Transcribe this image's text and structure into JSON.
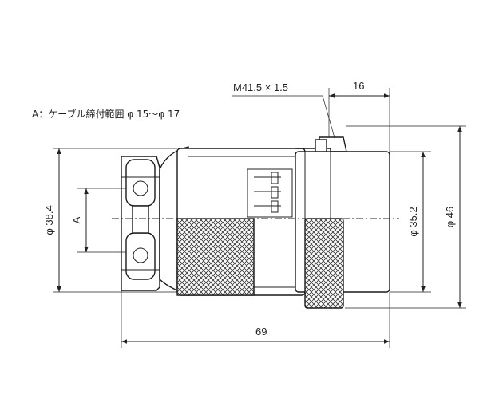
{
  "note": "A：ケーブル締付範囲 φ 15～φ 17",
  "dimensions": {
    "thread": "M41.5 × 1.5",
    "thread_length": "16",
    "body_diameter": "φ 38.4",
    "cable_range": "A",
    "front_diameter": "φ 35.2",
    "nut_diameter": "φ 46",
    "overall_length": "69"
  },
  "colors": {
    "line": "#222222",
    "knurl": "#333333",
    "background": "#ffffff"
  }
}
